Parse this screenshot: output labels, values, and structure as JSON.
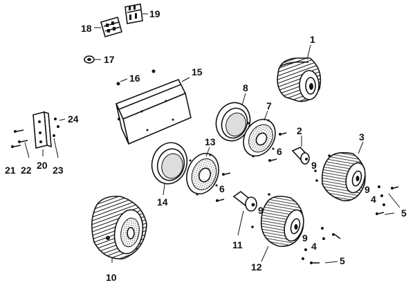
{
  "diagram": {
    "type": "exploded-parts-view",
    "ink_color": "#111111",
    "background": "#ffffff"
  },
  "callouts": [
    {
      "id": "c1",
      "label": "1",
      "part": "lamp-housing"
    },
    {
      "id": "c2",
      "label": "2",
      "part": "bulb"
    },
    {
      "id": "c3",
      "label": "3",
      "part": "lamp-housing"
    },
    {
      "id": "c4a",
      "label": "4",
      "part": "washer"
    },
    {
      "id": "c4b",
      "label": "4",
      "part": "washer"
    },
    {
      "id": "c5a",
      "label": "5",
      "part": "screw"
    },
    {
      "id": "c5b",
      "label": "5",
      "part": "screw"
    },
    {
      "id": "c6a",
      "label": "6",
      "part": "screw"
    },
    {
      "id": "c6b",
      "label": "6",
      "part": "screw"
    },
    {
      "id": "c7",
      "label": "7",
      "part": "reflector"
    },
    {
      "id": "c8",
      "label": "8",
      "part": "gasket"
    },
    {
      "id": "c9a",
      "label": "9",
      "part": "nut"
    },
    {
      "id": "c9b",
      "label": "9",
      "part": "nut"
    },
    {
      "id": "c9c",
      "label": "9",
      "part": "nut"
    },
    {
      "id": "c9d",
      "label": "9",
      "part": "nut"
    },
    {
      "id": "c10",
      "label": "10",
      "part": "lamp-housing"
    },
    {
      "id": "c11",
      "label": "11",
      "part": "bulb"
    },
    {
      "id": "c12",
      "label": "12",
      "part": "lamp-housing"
    },
    {
      "id": "c13",
      "label": "13",
      "part": "reflector"
    },
    {
      "id": "c14",
      "label": "14",
      "part": "gasket"
    },
    {
      "id": "c15",
      "label": "15",
      "part": "mounting-bracket"
    },
    {
      "id": "c16",
      "label": "16",
      "part": "screw"
    },
    {
      "id": "c17",
      "label": "17",
      "part": "grommet"
    },
    {
      "id": "c18",
      "label": "18",
      "part": "connector-block"
    },
    {
      "id": "c19",
      "label": "19",
      "part": "connector-block"
    },
    {
      "id": "c20",
      "label": "20",
      "part": "terminal-plate"
    },
    {
      "id": "c21",
      "label": "21",
      "part": "screw"
    },
    {
      "id": "c22",
      "label": "22",
      "part": "screw"
    },
    {
      "id": "c23",
      "label": "23",
      "part": "washer"
    },
    {
      "id": "c24",
      "label": "24",
      "part": "screw"
    }
  ]
}
